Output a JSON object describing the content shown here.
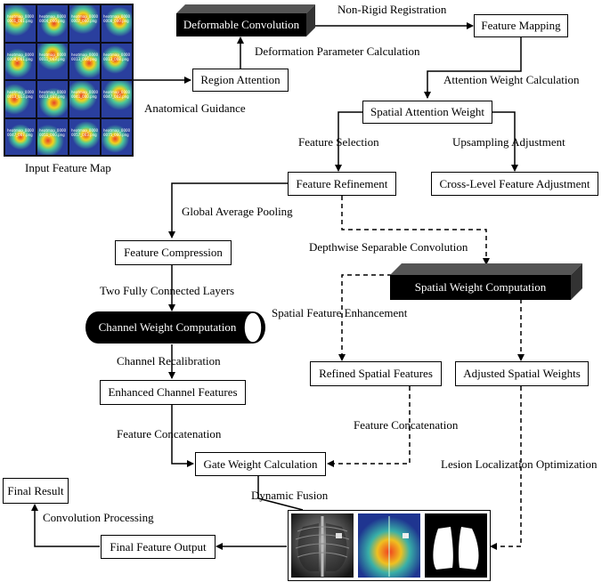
{
  "nodes": {
    "deformable_conv": "Deformable Convolution",
    "feature_mapping": "Feature Mapping",
    "region_attention": "Region Attention",
    "spatial_attention_weight": "Spatial Attention Weight",
    "feature_refinement": "Feature Refinement",
    "cross_level": "Cross-Level Feature Adjustment",
    "feature_compression": "Feature Compression",
    "spatial_weight_computation": "Spatial Weight Computation",
    "channel_weight_computation": "Channel Weight Computation",
    "refined_spatial": "Refined Spatial Features",
    "adjusted_spatial": "Adjusted Spatial Weights",
    "enhanced_channel": "Enhanced Channel Features",
    "gate_weight": "Gate Weight Calculation",
    "final_result": "Final Result",
    "final_feature_output": "Final Feature Output"
  },
  "edge_labels": {
    "non_rigid": "Non-Rigid Registration",
    "deformation": "Deformation Parameter Calculation",
    "attention_weight_calc": "Attention Weight Calculation",
    "anatomical": "Anatomical Guidance",
    "feature_selection": "Feature Selection",
    "upsampling": "Upsampling Adjustment",
    "global_avg_pool": "Global Average Pooling",
    "depthwise": "Depthwise Separable Convolution",
    "two_fc": "Two Fully Connected Layers",
    "spatial_enh": "Spatial Feature Enhancement",
    "channel_recal": "Channel Recalibration",
    "feature_concat_right": "Feature Concatenation",
    "feature_concat_left": "Feature Concatenation",
    "lesion": "Lesion Localization Optimization",
    "dynamic_fusion": "Dynamic Fusion",
    "conv_processing": "Convolution Processing"
  },
  "input_map": {
    "caption": "Input Feature Map",
    "tiles": [
      [
        "heatmap_0000",
        "0001_001.png"
      ],
      [
        "heatmap_0000",
        "0004_000.png"
      ],
      [
        "heatmap_0000",
        "0007_000.png"
      ],
      [
        "heatmap_0000",
        "0008_000.png"
      ],
      [
        "heatmap_0000",
        "0008_001.png"
      ],
      [
        "heatmap_0000",
        "0011_003.png"
      ],
      [
        "heatmap_0000",
        "0013_006.png"
      ],
      [
        "heatmap_0000",
        "0013_008.png"
      ],
      [
        "heatmap_0000",
        "0013_013.png"
      ],
      [
        "heatmap_0000",
        "0013_037.png"
      ],
      [
        "heatmap_0000",
        "0041_000.png"
      ],
      [
        "heatmap_0000",
        "0047_002.png"
      ],
      [
        "heatmap_0000",
        "0047_007.png"
      ],
      [
        "heatmap_0000",
        "0051_000.png"
      ],
      [
        "heatmap_0000",
        "0057_003.png"
      ],
      [
        "heatmap_0000",
        "0075_000.png"
      ]
    ]
  },
  "colors": {
    "heat_bg": "#2a3f9e",
    "heat_hot": "#e8412a",
    "heat_warm": "#f2d21c",
    "heat_mid": "#49c79a"
  }
}
